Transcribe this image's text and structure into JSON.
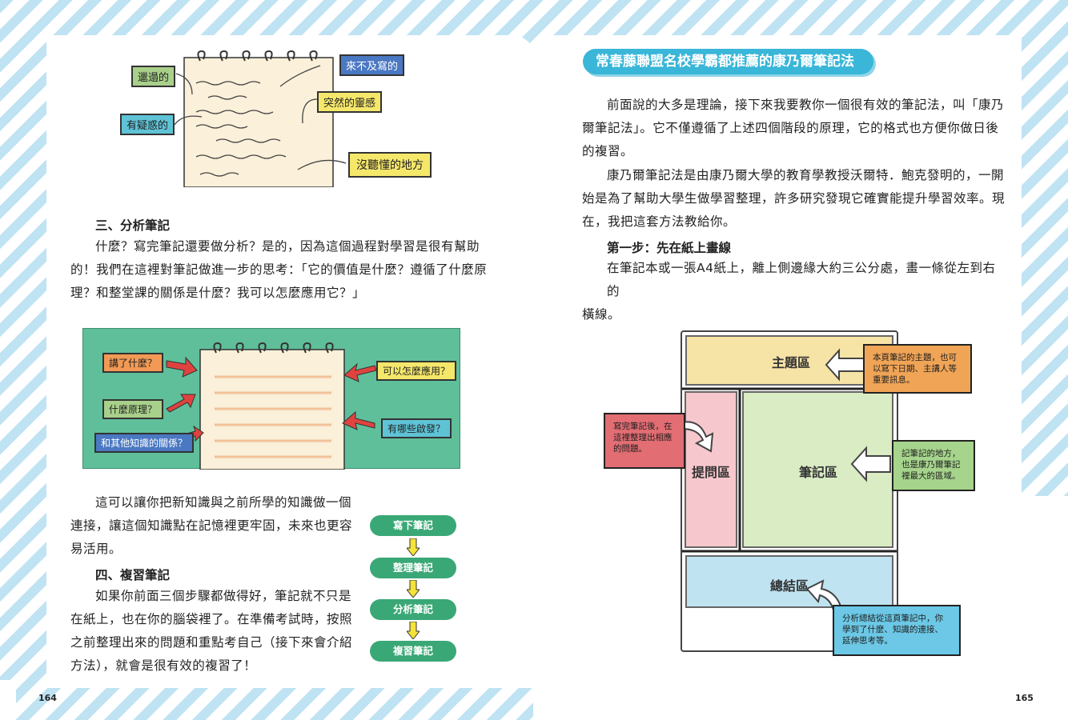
{
  "left_page": {
    "page_number": "164",
    "illus1": {
      "labels": {
        "messy": "邋遢的",
        "no_time": "來不及寫的",
        "inspiration": "突然的靈感",
        "doubt": "有疑惑的",
        "not_understood": "沒聽懂的地方"
      }
    },
    "section3": {
      "heading": "三、分析筆記",
      "lines": [
        "什麼？寫完筆記還要做分析？是的，因為這個過程對學習是很有幫助",
        "的！我們在這裡對筆記做進一步的思考：「它的價值是什麼？遵循了什麼原",
        "理？和整堂課的關係是什麼？我可以怎麼應用它？」"
      ]
    },
    "illus2": {
      "labels": {
        "what_said": "講了什麼？",
        "what_principle": "什麼原理？",
        "relation": "和其他知識的關係？",
        "how_apply": "可以怎麼應用？",
        "inspiration": "有哪些啟發？"
      }
    },
    "para_connect": {
      "lines": [
        "這可以讓你把新知識與之前所學的知識做一個",
        "連接，讓這個知識點在記憶裡更牢固，未來也更容",
        "易活用。"
      ]
    },
    "section4": {
      "heading": "四、複習筆記",
      "lines": [
        "如果你前面三個步驟都做得好，筆記就不只是",
        "在紙上，也在你的腦袋裡了。在準備考試時，按照",
        "之前整理出來的問題和重點考自己（接下來會介紹",
        "方法），就會是很有效的複習了！"
      ]
    },
    "flow": [
      "寫下筆記",
      "整理筆記",
      "分析筆記",
      "複習筆記"
    ]
  },
  "right_page": {
    "page_number": "165",
    "banner": "常春藤聯盟名校學霸都推薦的康乃爾筆記法",
    "para1": {
      "lines": [
        "前面說的大多是理論，接下來我要教你一個很有效的筆記法，叫「康乃",
        "爾筆記法」。它不僅遵循了上述四個階段的原理，它的格式也方便你做日後",
        "的複習。"
      ]
    },
    "para2": {
      "lines": [
        "康乃爾筆記法是由康乃爾大學的教育學教授沃爾特．鮑克發明的，一開",
        "始是為了幫助大學生做學習整理，許多研究發現它確實能提升學習效率。現",
        "在，我把這套方法教給你。"
      ]
    },
    "step1": {
      "heading": "第一步：先在紙上畫線",
      "lines": [
        "在筆記本或一張A4紙上，離上側邊緣大約三公分處，畫一條從左到右的",
        "橫線。"
      ]
    },
    "diagram": {
      "zones": {
        "topic": "主題區",
        "question": "提問區",
        "notes": "筆記區",
        "summary": "總結區"
      },
      "notes": {
        "topic": [
          "本頁筆記的主題，也可",
          "以寫下日期、主講人等",
          "重要訊息。"
        ],
        "question": [
          "寫完筆記後，在",
          "這裡整理出相應",
          "的問題。"
        ],
        "notes": [
          "記筆記的地方，",
          "也是康乃爾筆記",
          "裡最大的區域。"
        ],
        "summary": [
          "分析總結從這頁筆記中，你",
          "學到了什麼、知識的連接、",
          "延伸思考等。"
        ]
      },
      "colors": {
        "topic": "#f6e3a6",
        "question": "#f6c7cc",
        "notes": "#d9ecc4",
        "summary": "#bfe3f0",
        "note_orange": "#f0a456",
        "note_red": "#e26d73",
        "note_green": "#a6d48c",
        "note_blue": "#6cc8e6"
      }
    }
  }
}
